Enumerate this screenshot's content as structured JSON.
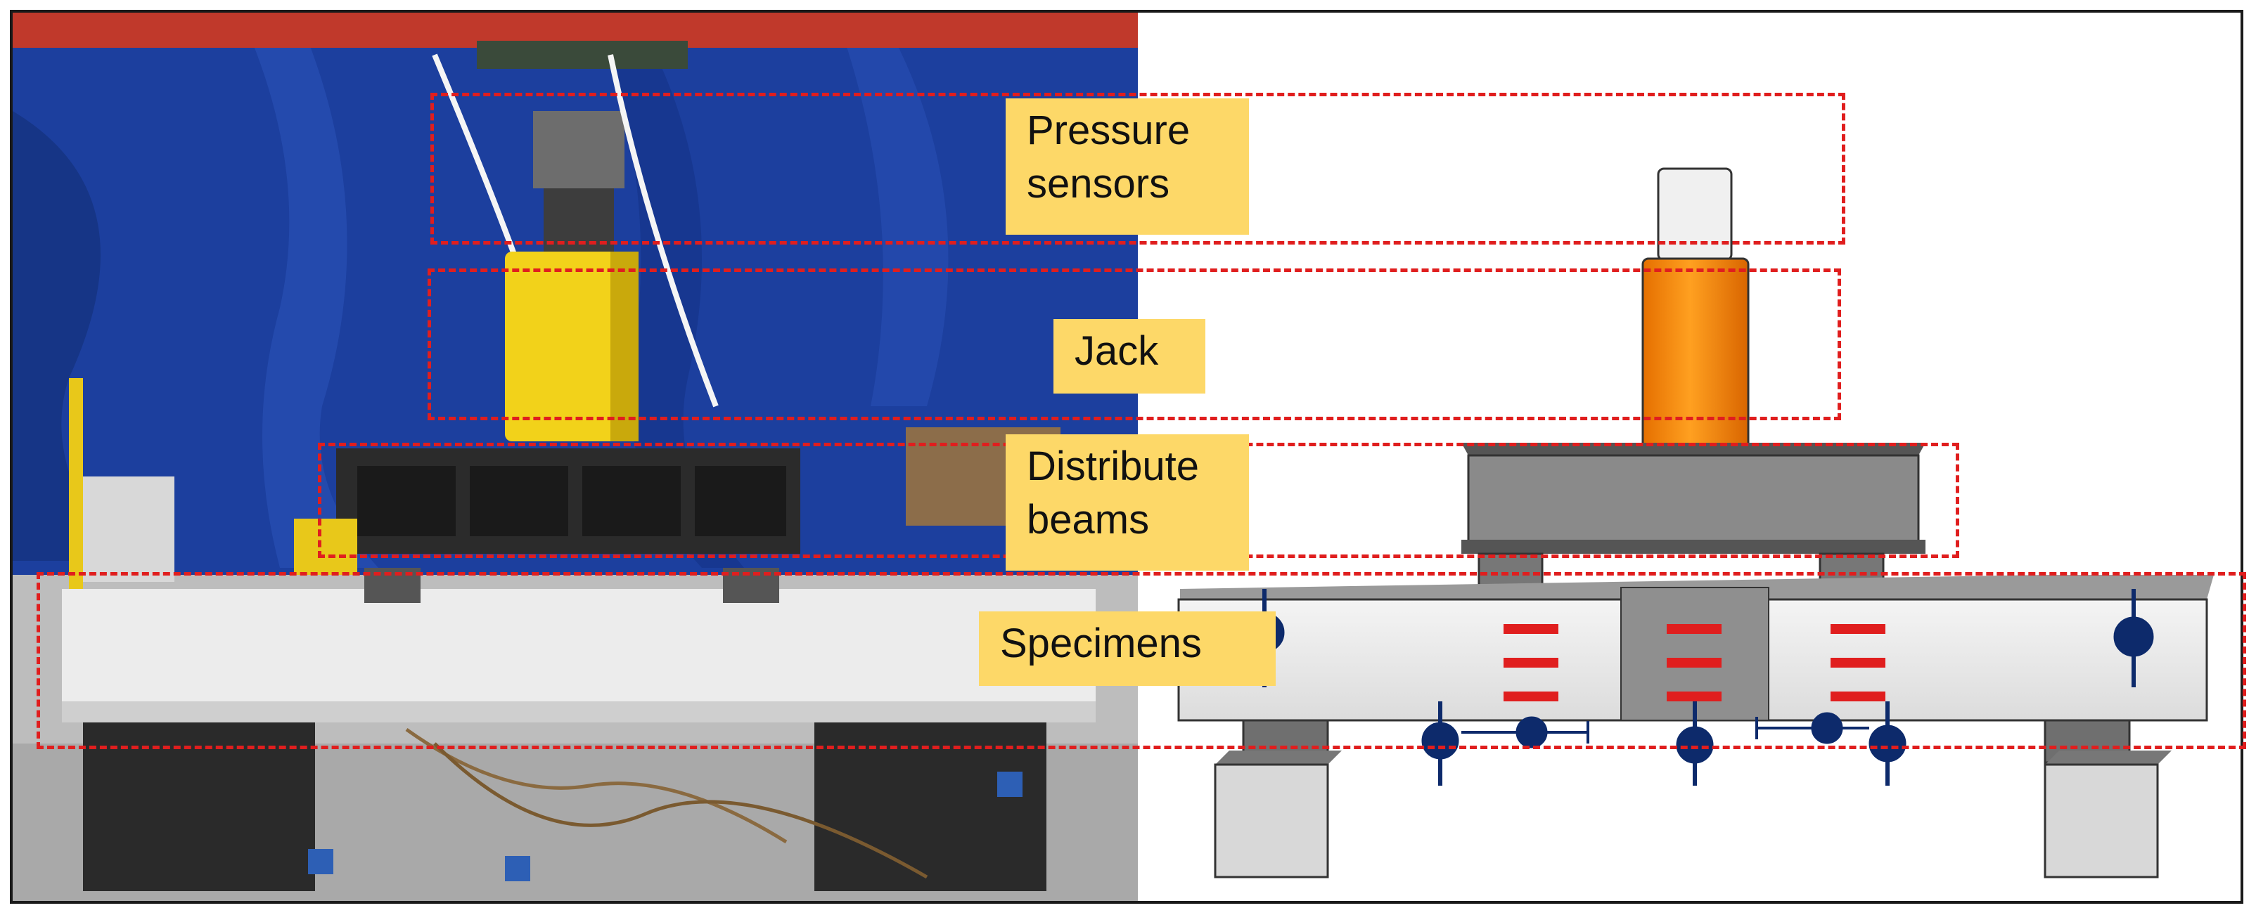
{
  "labels": {
    "pressure_sensors": "Pressure\nsensors",
    "jack": "Jack",
    "distribute_beams": "Distribute\nbeams",
    "specimens": "Specimens"
  },
  "colors": {
    "highlight_box": "#e01e1e",
    "label_background": "#fdd868",
    "jack_photo": "#f2d21a",
    "jack_model": "#f58a0a",
    "gauge_marker": "#0d2a6b",
    "strain_gauge": "#e01e1e",
    "backdrop": "#1c3f9e"
  },
  "icons": {
    "sensor_marker": "displacement-gauge-icon",
    "strain_marker": "strain-gauge-icon"
  }
}
